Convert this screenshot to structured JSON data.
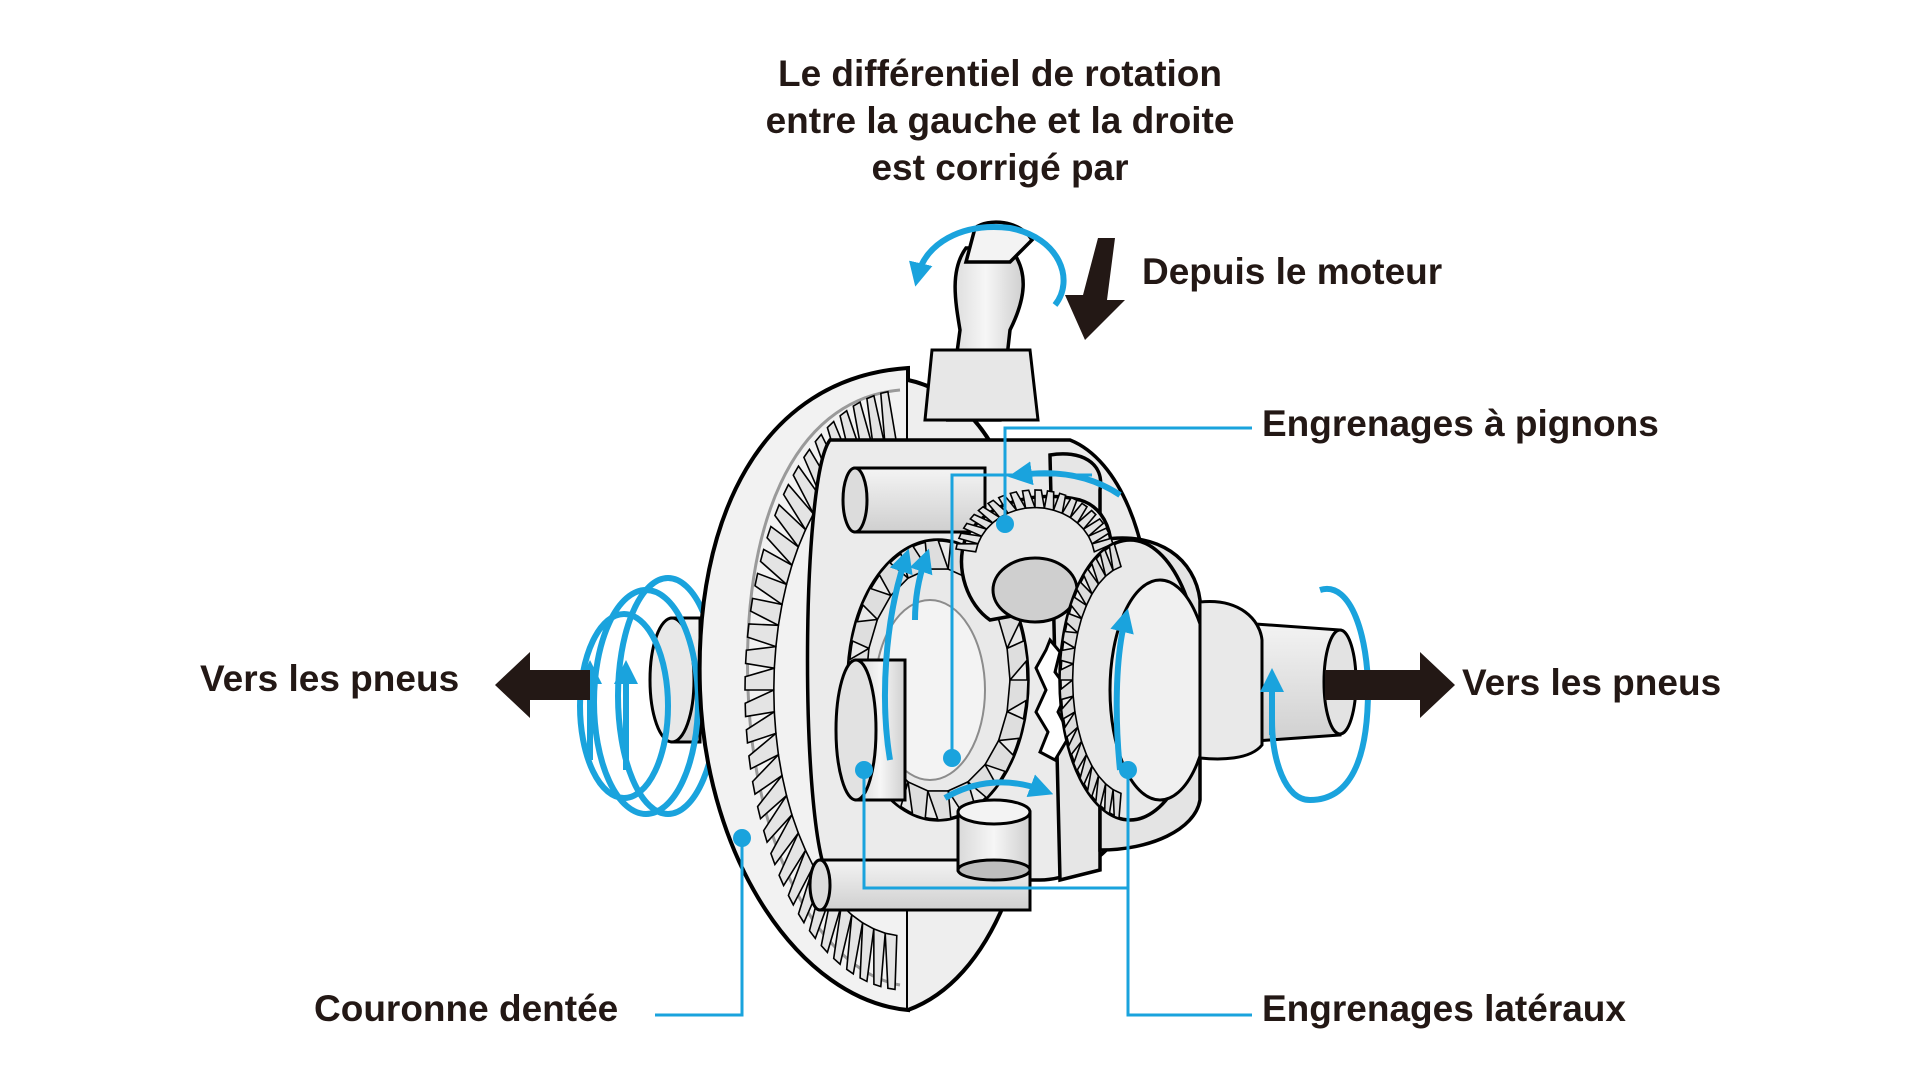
{
  "title": {
    "line1": "Le différentiel de rotation",
    "line2": "entre la gauche et la droite",
    "line3": "est corrigé par"
  },
  "labels": {
    "engine": "Depuis le moteur",
    "pinion_gears": "Engrenages à pignons",
    "to_tires_left": "Vers les pneus",
    "to_tires_right": "Vers les pneus",
    "ring_gear": "Couronne dentée",
    "side_gears": "Engrenages latéraux"
  },
  "colors": {
    "accent": "#1AA3DD",
    "arrow_dark": "#231815",
    "outline": "#000000",
    "metal": "#E6E6E6",
    "metal_shade": "#C8C8C8"
  },
  "icons": {
    "engine_arrow": "arrow-down-dark",
    "tire_arrow_left": "arrow-left-dark",
    "tire_arrow_right": "arrow-right-dark",
    "rotation": "rotation-arrow-blue"
  }
}
